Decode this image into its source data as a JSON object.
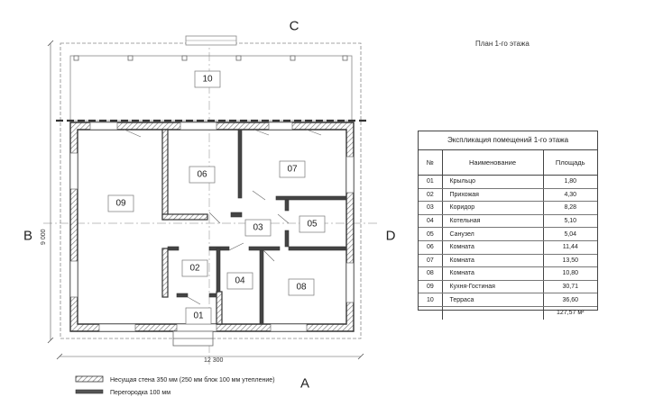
{
  "plan_title": "План 1-го этажа",
  "axes": {
    "top": "C",
    "bottom": "A",
    "left": "B",
    "right": "D"
  },
  "dimensions": {
    "width": "12 300",
    "height": "9 000"
  },
  "room_numbers": [
    "10",
    "09",
    "06",
    "07",
    "03",
    "05",
    "02",
    "04",
    "08",
    "01"
  ],
  "legend": [
    {
      "label": "Несущая стена 350 мм (250 мм блок 100 мм утепление)"
    },
    {
      "label": "Перегородка 100 мм"
    }
  ],
  "explication": {
    "title": "Экспликация помещений 1-го этажа",
    "headers": [
      "№",
      "Наименование",
      "Площадь"
    ],
    "rows": [
      {
        "no": "01",
        "name": "Крыльцо",
        "area": "1,80"
      },
      {
        "no": "02",
        "name": "Прихожая",
        "area": "4,30"
      },
      {
        "no": "03",
        "name": "Коридор",
        "area": "8,28"
      },
      {
        "no": "04",
        "name": "Котельная",
        "area": "5,10"
      },
      {
        "no": "05",
        "name": "Санузел",
        "area": "5,04"
      },
      {
        "no": "06",
        "name": "Комната",
        "area": "11,44"
      },
      {
        "no": "07",
        "name": "Комната",
        "area": "13,50"
      },
      {
        "no": "08",
        "name": "Комната",
        "area": "10,80"
      },
      {
        "no": "09",
        "name": "Кухня-Гостиная",
        "area": "30,71"
      },
      {
        "no": "10",
        "name": "Терраса",
        "area": "36,60"
      }
    ],
    "total": "127,57 м²"
  },
  "colors": {
    "wall": "#333333",
    "hatch": "#9a9a9a",
    "axis": "#9a9a9a",
    "line": "#555555"
  }
}
